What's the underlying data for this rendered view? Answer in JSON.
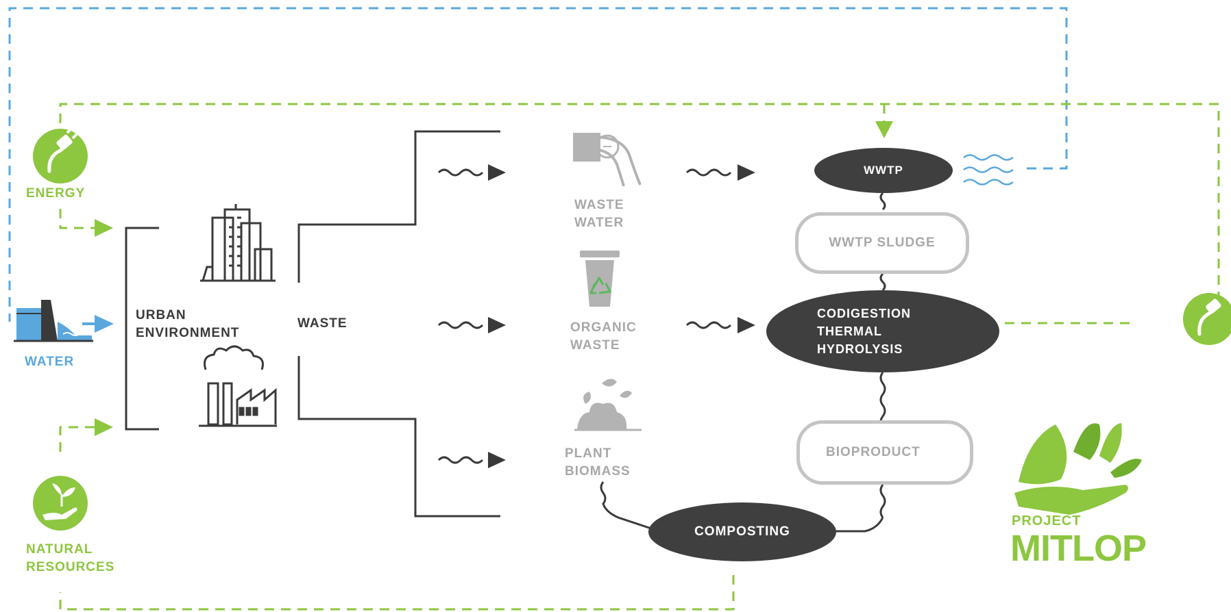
{
  "inputs": {
    "energy": "ENERGY",
    "water": "WATER",
    "natural_resources": [
      "NATURAL",
      "RESOURCES"
    ]
  },
  "urban_environment": [
    "URBAN",
    "ENVIRONMENT"
  ],
  "waste": "WASTE",
  "streams": {
    "waste_water": [
      "WASTE",
      "WATER"
    ],
    "organic_waste": [
      "ORGANIC",
      "WASTE"
    ],
    "plant_biomass": [
      "PLANT",
      "BIOMASS"
    ]
  },
  "process": {
    "wwtp": "WWTP",
    "wwtp_sludge": "WWTP SLUDGE",
    "codigestion": [
      "CODIGESTION",
      "THERMAL",
      "HYDROLYSIS"
    ],
    "bioproduct": "BIOPRODUCT",
    "composting": "COMPOSTING"
  },
  "brand": {
    "project": "PROJECT",
    "name": "MITLOP"
  },
  "colors": {
    "green": "#8dc63f",
    "blue": "#5aa7dd",
    "dark": "#3f3f3f",
    "grey": "#a8a8a8",
    "outline": "#c4c4c4"
  },
  "icons": [
    "energy-plug-icon",
    "water-dam-icon",
    "plant-hand-icon",
    "buildings-icon",
    "factory-icon",
    "sewer-pipe-icon",
    "recycle-bin-icon",
    "plant-biomass-icon",
    "water-waves-icon",
    "mitlop-logo-icon"
  ]
}
